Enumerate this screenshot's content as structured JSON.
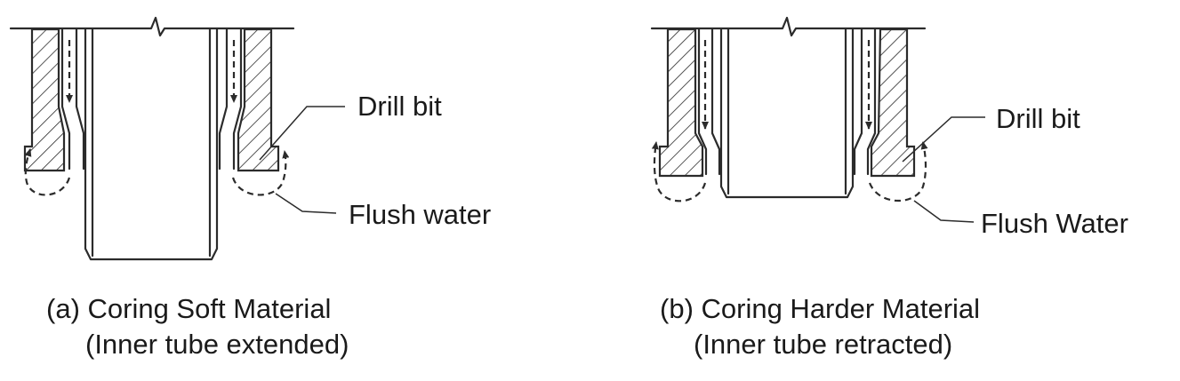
{
  "panel_a": {
    "label_bit": "Drill bit",
    "label_water": "Flush water",
    "caption_line1": "(a) Coring Soft Material",
    "caption_line2": "(Inner tube extended)"
  },
  "panel_b": {
    "label_bit": "Drill bit",
    "label_water": "Flush Water",
    "caption_line1": "(b) Coring Harder Material",
    "caption_line2": "(Inner tube retracted)"
  }
}
